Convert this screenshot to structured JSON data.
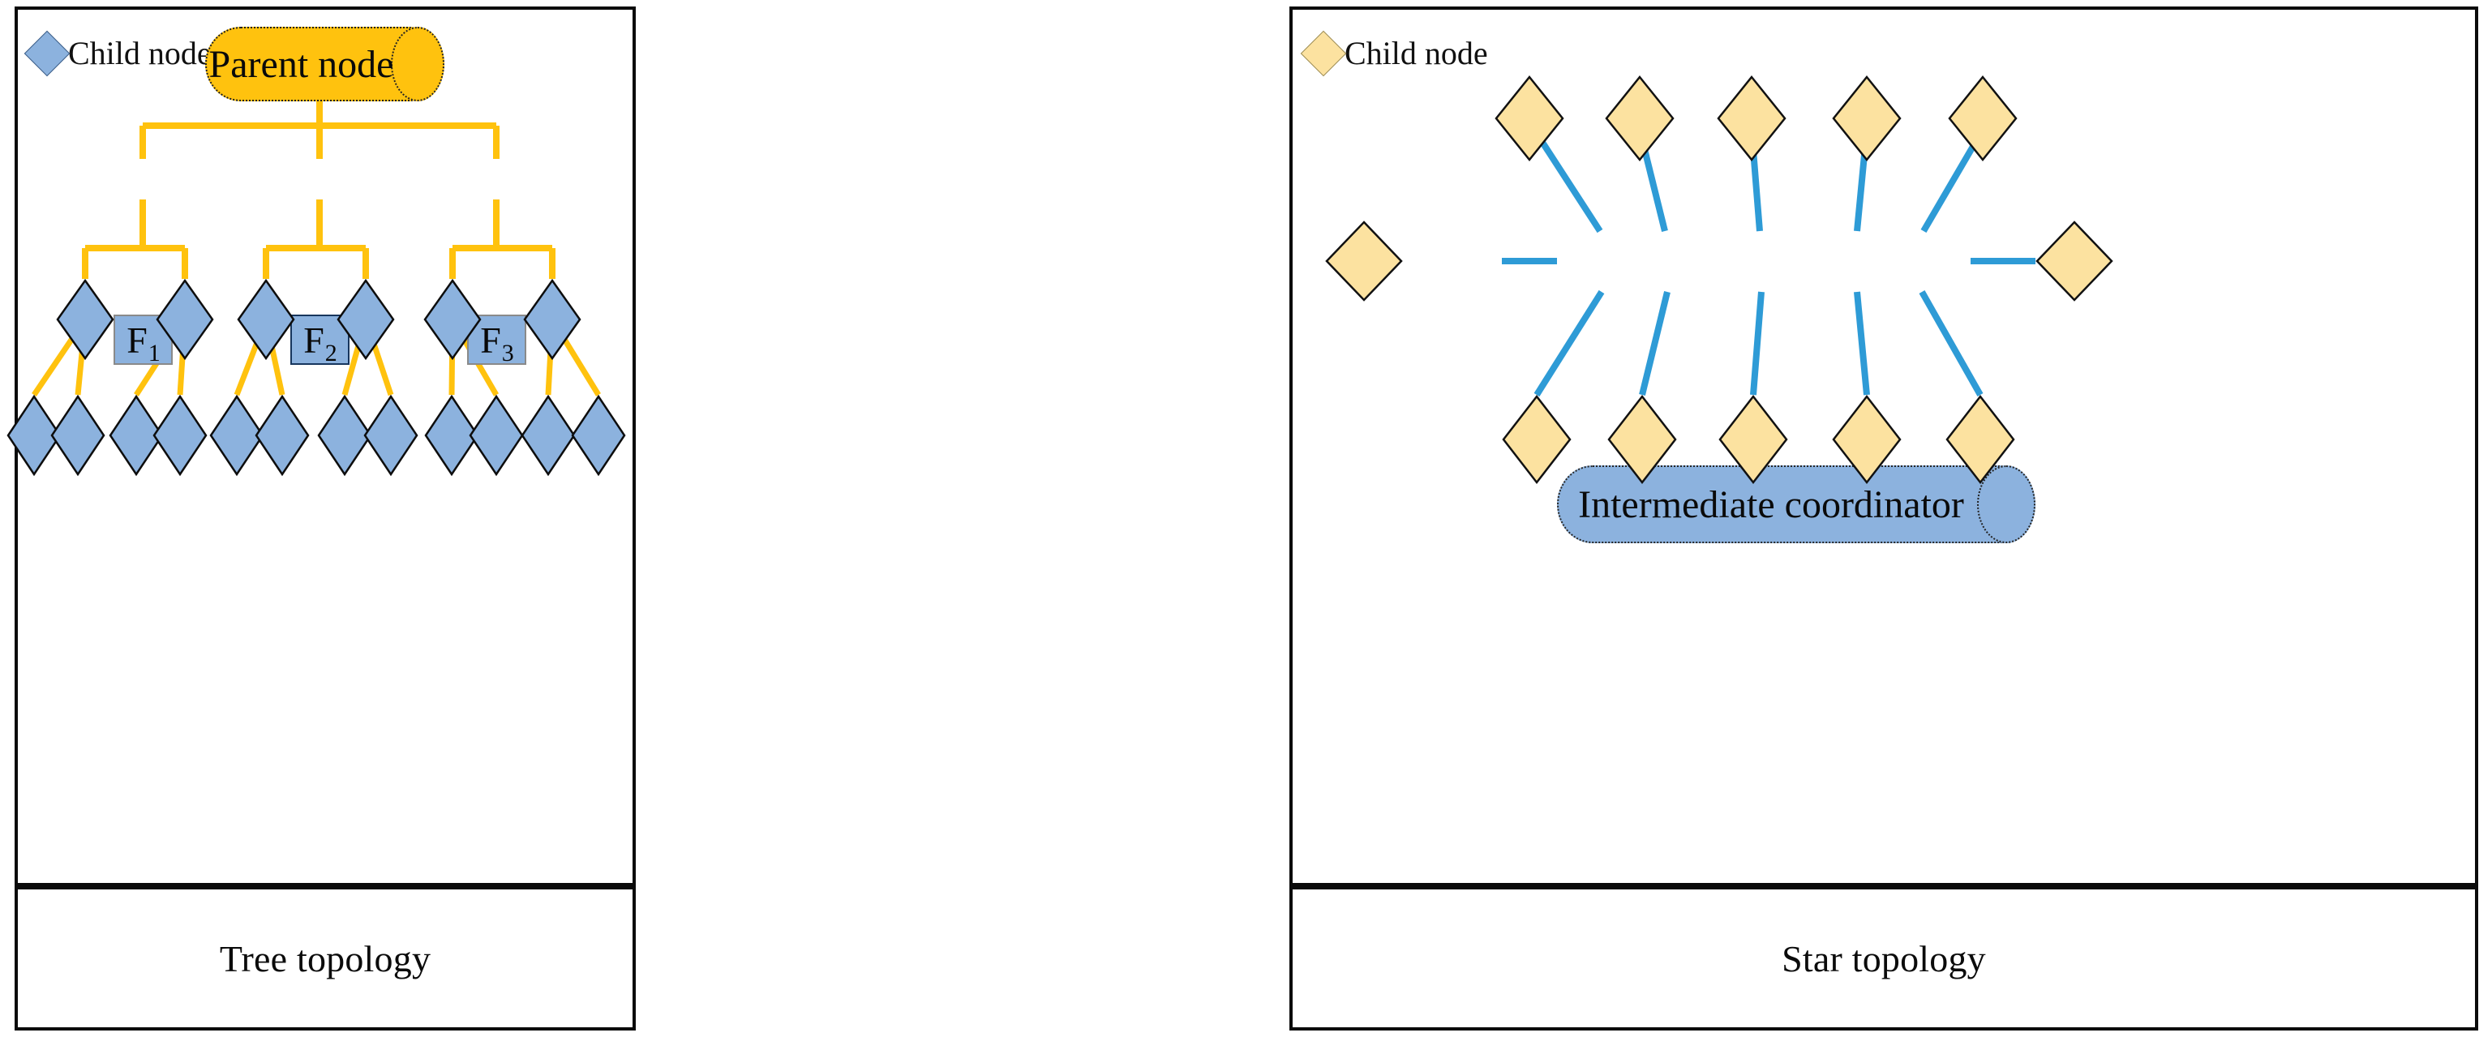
{
  "figure": {
    "background": "#ffffff",
    "panel_border_color": "#0b0b0b"
  },
  "colors": {
    "tree_link": "#FFC20E",
    "tree_node_fill": "#8CB2DE",
    "tree_node_stroke": "#0d0d0d",
    "tree_root_fill": "#FFC20E",
    "tree_root_stroke": "#1a1a1a",
    "fbox_fill": "#8CB2DE",
    "fbox_stroke_gray": "#8a8a8a",
    "fbox_stroke_navy": "#17365d",
    "star_link": "#2E9BD6",
    "star_node_fill": "#FCE2A0",
    "star_node_stroke": "#111111",
    "star_hub_fill": "#8CB2DE",
    "star_hub_stroke": "#2a2a2a"
  },
  "left_panel": {
    "name": "tree-topology-panel",
    "legend": {
      "label": "Child node",
      "marker": "diamond",
      "marker_color": "#8CB2DE"
    },
    "root": {
      "label": "Parent node",
      "shape": "cylinder",
      "fill": "#FFC20E"
    },
    "mid_boxes": [
      {
        "label": "F",
        "subscript": "1",
        "border": "gray"
      },
      {
        "label": "F",
        "subscript": "2",
        "border": "navy"
      },
      {
        "label": "F",
        "subscript": "3",
        "border": "gray"
      }
    ],
    "level3_node_count": 6,
    "leaf_node_count": 12,
    "caption": "Tree topology"
  },
  "right_panel": {
    "name": "star-topology-panel",
    "legend": {
      "label": "Child node",
      "marker": "diamond",
      "marker_color": "#FCE2A0"
    },
    "hub": {
      "label": "Intermediate coordinator",
      "shape": "cylinder",
      "fill": "#8CB2DE"
    },
    "child_node_count": 12,
    "top_row_count": 5,
    "bottom_row_count": 5,
    "side_count": 2,
    "caption": "Star topology"
  }
}
